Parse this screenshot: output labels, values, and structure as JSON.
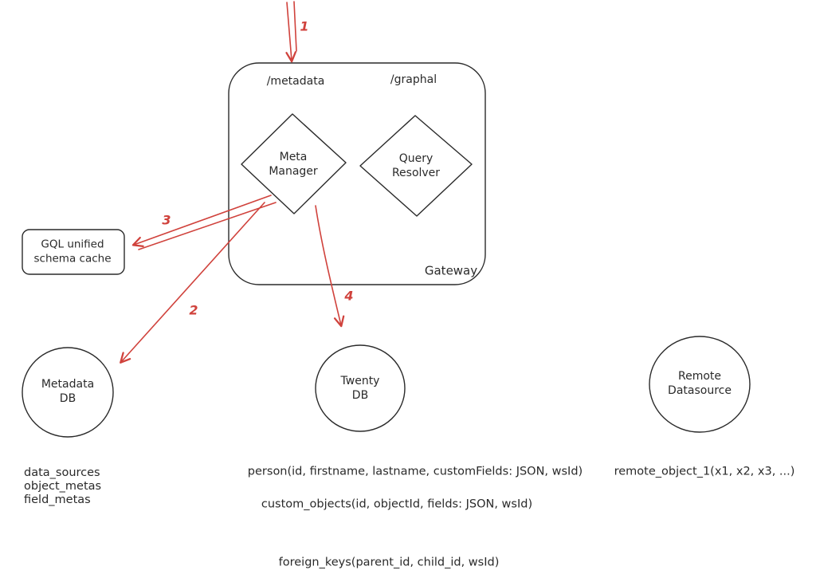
{
  "colors": {
    "ink": "#2a2a2a",
    "accent_red": "#d0423c",
    "background": "#ffffff"
  },
  "gateway": {
    "label": "Gateway",
    "route_metadata": "/metadata",
    "route_graphql": "/graphal",
    "meta_manager": "Meta\nManager",
    "query_resolver": "Query\nResolver"
  },
  "cache": {
    "label": "GQL unified\nschema cache"
  },
  "nodes": {
    "metadata_db": "Metadata\nDB",
    "twenty_db": "Twenty\nDB",
    "remote_datasource": "Remote\nDatasource"
  },
  "arrows": {
    "step1": "1",
    "step2": "2",
    "step3": "3",
    "step4": "4"
  },
  "schemas": {
    "metadata_tables": [
      "data_sources",
      "object_metas",
      "field_metas"
    ],
    "person": "person(id, firstname, lastname, customFields: JSON, wsId)",
    "custom_objects": "custom_objects(id, objectId, fields: JSON, wsId)",
    "remote_object": "remote_object_1(x1, x2, x3, ...)",
    "foreign_keys": "foreign_keys(parent_id, child_id, wsId)"
  }
}
